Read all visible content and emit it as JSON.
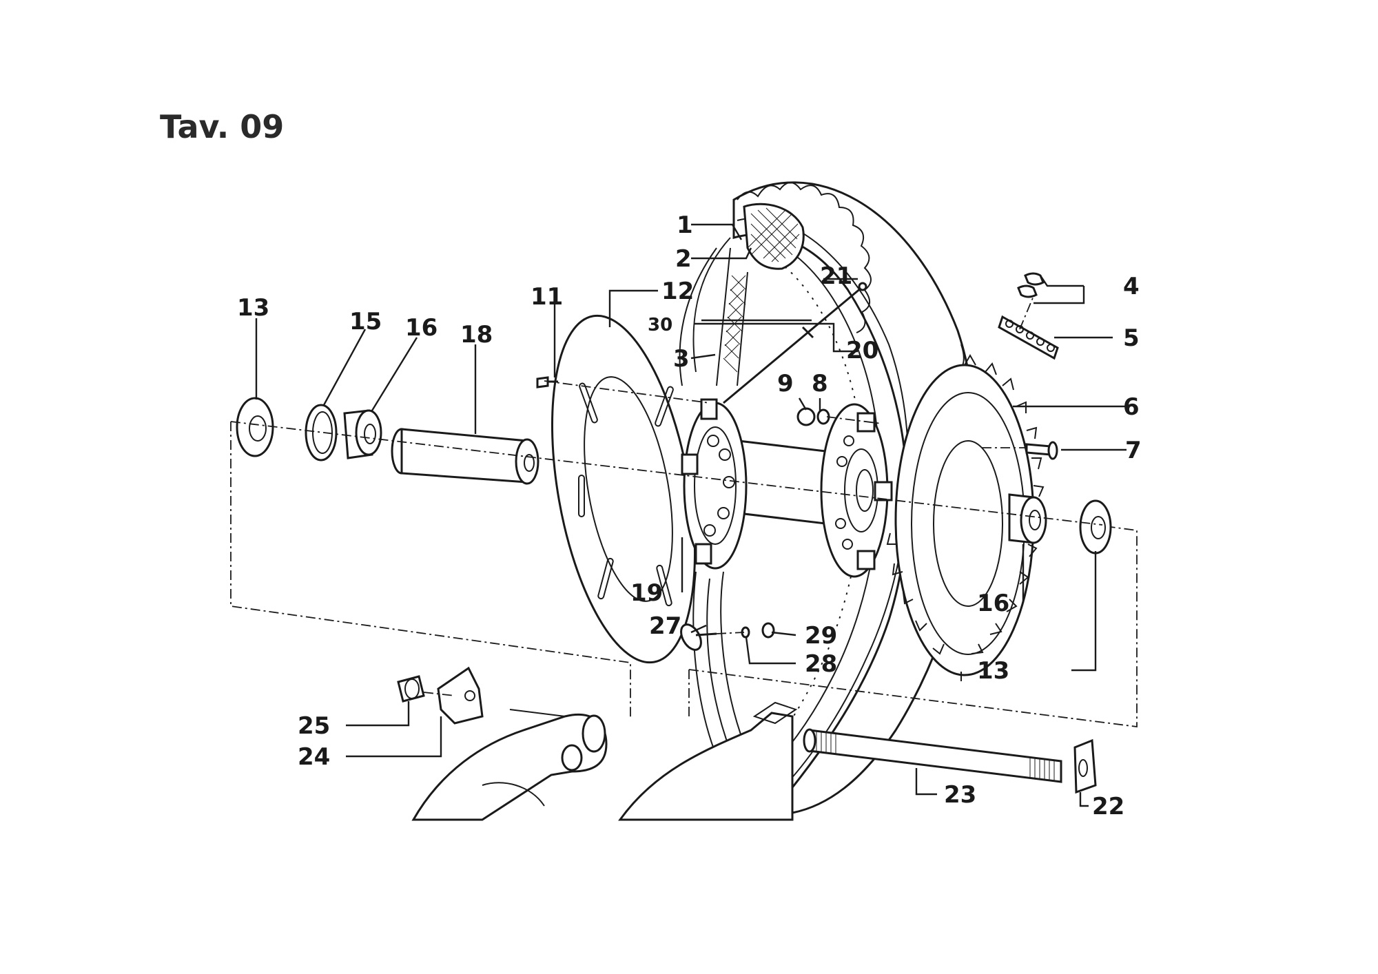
{
  "title": "Tav. 09",
  "labels": {
    "l1": "1",
    "l2": "2",
    "l3": "3",
    "l4": "4",
    "l5": "5",
    "l6": "6",
    "l7": "7",
    "l8": "8",
    "l9": "9",
    "l11": "11",
    "l12": "12",
    "l13a": "13",
    "l13b": "13",
    "l15": "15",
    "l16a": "16",
    "l16b": "16",
    "l18": "18",
    "l19": "19",
    "l20": "20",
    "l21": "21",
    "l22": "22",
    "l23": "23",
    "l24": "24",
    "l25": "25",
    "l27": "27",
    "l28": "28",
    "l29": "29",
    "l30": "30"
  }
}
